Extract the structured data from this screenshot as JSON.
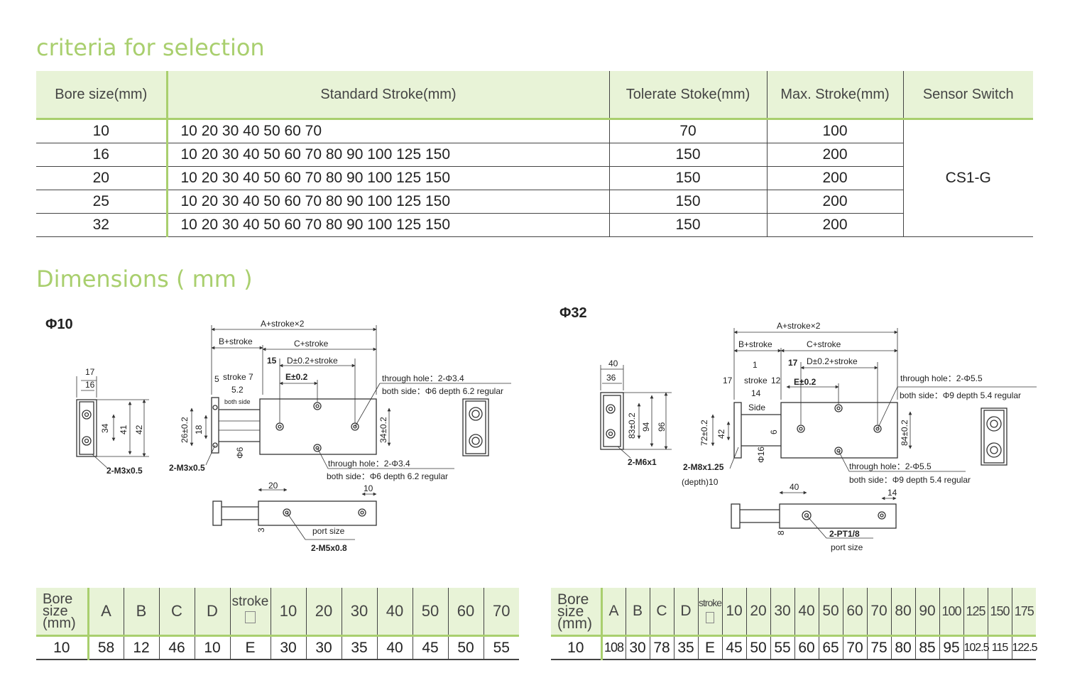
{
  "section1_title": "criteria for selection",
  "section2_title": "Dimensions ( mm )",
  "selection": {
    "headers": [
      "Bore size(mm)",
      "Standard Stroke(mm)",
      "Tolerate Stoke(mm)",
      "Max. Stroke(mm)",
      "Sensor Switch"
    ],
    "rows": [
      {
        "bore": "10",
        "std": "10 20 30 40 50 60 70",
        "tol": "70",
        "max": "100"
      },
      {
        "bore": "16",
        "std": "10 20 30 40 50 60 70 80 90 100 125 150",
        "tol": "150",
        "max": "200"
      },
      {
        "bore": "20",
        "std": "10 20 30 40 50 60 70 80 90 100 125 150",
        "tol": "150",
        "max": "200"
      },
      {
        "bore": "25",
        "std": "10 20 30 40 50 60 70 80 90 100 125 150",
        "tol": "150",
        "max": "200"
      },
      {
        "bore": "32",
        "std": "10 20 30 40 50 60 70 80 90 100 125 150",
        "tol": "150",
        "max": "200"
      }
    ],
    "sensor": "CS1-G"
  },
  "d10": {
    "label": "Φ10",
    "ann": {
      "a": "A+stroke×2",
      "b": "B+stroke",
      "c": "C+stroke",
      "d": "D±0.2+stroke",
      "e": "E±0.2",
      "n15": "15",
      "n5": "5",
      "stroke7": "stroke 7",
      "n52": "5.2",
      "bothside": "both side",
      "th1": "through hole：2-Φ3.4",
      "th1b": "both side：Φ6 depth 6.2 regular",
      "th2": "through hole：2-Φ3.4",
      "th2b": "both side：Φ6 depth 6.2 regular",
      "n26": "26±0.2",
      "n18": "18",
      "n34": "34±0.2",
      "phi6": "Φ6",
      "m3a": "2-M3x0.5",
      "m3b": "2-M3x0.5",
      "n17": "17",
      "n16": "16",
      "n34b": "34",
      "n41": "41",
      "n42": "42",
      "n20": "20",
      "n10": "10",
      "n3": "3",
      "port": "port size",
      "m5": "2-M5x0.8"
    }
  },
  "d32": {
    "label": "Φ32",
    "ann": {
      "a": "A+stroke×2",
      "b": "B+stroke",
      "c": "C+stroke",
      "d": "D±0.2+stroke",
      "e": "E±0.2",
      "n17": "17",
      "n17b": "17",
      "n1": "1",
      "stroke": "stroke",
      "n12": "12",
      "n14": "14",
      "side": "Side",
      "th1": "through hole：2-Φ5.5",
      "th1b": "both side：Φ9 depth 5.4 regular",
      "th2": "through hole：2-Φ5.5",
      "th2b": "both side：Φ9 depth 5.4 regular",
      "n72": "72±0.2",
      "n42": "42",
      "n84": "84±0.2",
      "phi16": "Φ16",
      "n6": "6",
      "m8": "2-M8x1.25",
      "depth": "(depth)10",
      "n40": "40",
      "n36": "36",
      "n83": "83±0.2",
      "n94": "94",
      "n96": "96",
      "m6": "2-M6x1",
      "n40b": "40",
      "n14b": "14",
      "n8": "8",
      "pt": "2-PT1/8",
      "port": "port size"
    }
  },
  "dim10": {
    "bore_h": [
      "Bore",
      "size",
      "(mm)"
    ],
    "cols": [
      "A",
      "B",
      "C",
      "D"
    ],
    "stroke_h": "stroke",
    "strokes": [
      "10",
      "20",
      "30",
      "40",
      "50",
      "60",
      "70"
    ],
    "row": {
      "bore": "10",
      "vals": [
        "58",
        "12",
        "46",
        "10"
      ],
      "e": "E",
      "evals": [
        "30",
        "30",
        "35",
        "40",
        "45",
        "50",
        "55"
      ]
    }
  },
  "dim32": {
    "bore_h": [
      "Bore",
      "size",
      "(mm)"
    ],
    "cols": [
      "A",
      "B",
      "C",
      "D"
    ],
    "stroke_h": "stroke",
    "strokes": [
      "10",
      "20",
      "30",
      "40",
      "50",
      "60",
      "70",
      "80",
      "90",
      "100",
      "125",
      "150",
      "175"
    ],
    "row": {
      "bore": "10",
      "vals": [
        "108",
        "30",
        "78",
        "35"
      ],
      "e": "E",
      "evals": [
        "45",
        "50",
        "55",
        "60",
        "65",
        "70",
        "75",
        "80",
        "85",
        "95",
        "102.5",
        "115",
        "122.5"
      ]
    }
  }
}
